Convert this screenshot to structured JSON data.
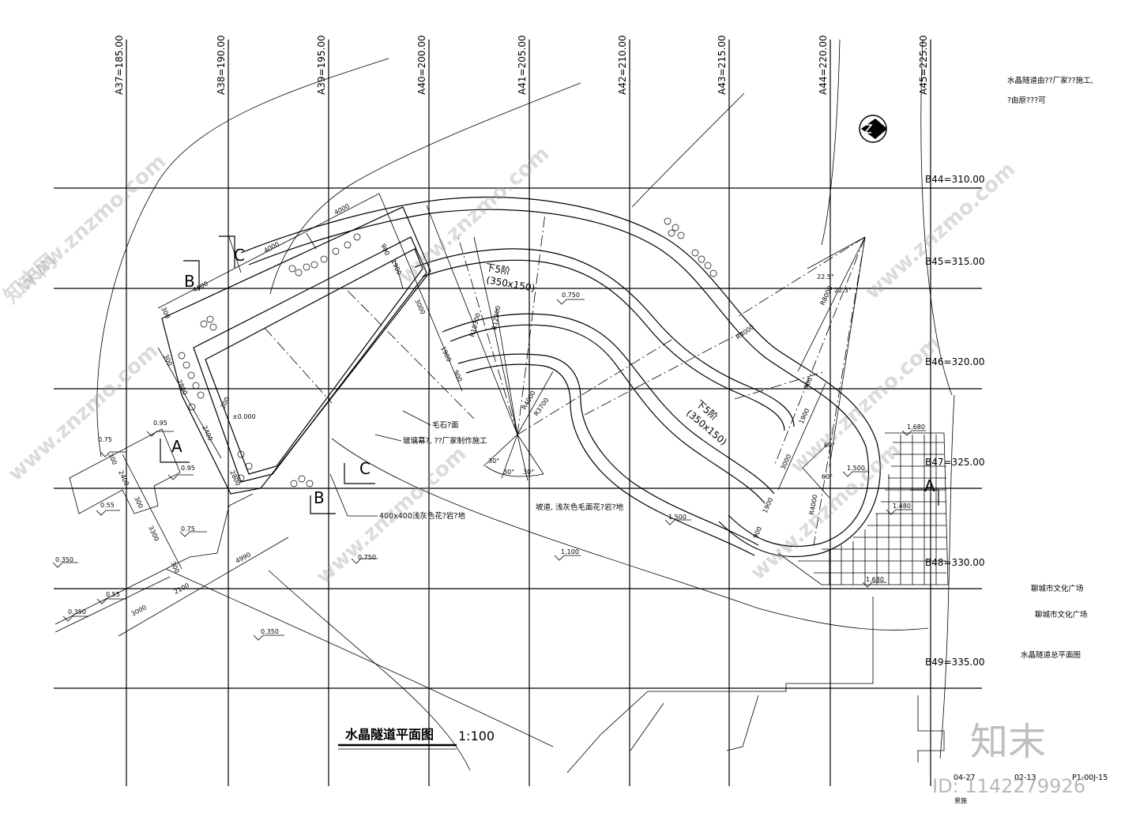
{
  "grid": {
    "vertical_labels": [
      "A37=185.00",
      "A38=190.00",
      "A39=195.00",
      "A40=200.00",
      "A41=205.00",
      "A42=210.00",
      "A43=215.00",
      "A44=220.00",
      "A45=225.00"
    ],
    "horizontal_labels": [
      "B44=310.00",
      "B45=315.00",
      "B46=320.00",
      "B47=325.00",
      "B48=330.00",
      "B49=335.00"
    ]
  },
  "notes": {
    "top_right_line1": "水晶隧道由??厂家??施工,",
    "top_right_line2": "?由原???可"
  },
  "callouts": {
    "stone": "毛石?面",
    "glass": "玻璃幕?, ??厂家制作施工",
    "paving": "400x400浅灰色花?岩?地",
    "ramp": "坡道, 浅灰色毛面花?岩?地",
    "stairs_top": "下5阶",
    "stairs_top_size": "(350x150)",
    "stairs_right": "下5阶",
    "stairs_right_size": "(350x150)"
  },
  "section_marks": [
    "A",
    "B",
    "C",
    "C",
    "B",
    "A"
  ],
  "elevations": [
    "0.750",
    "0.95",
    "0.75",
    "0.95",
    "0.55",
    "0.75",
    "0.350",
    "0.55",
    "0.350",
    "0.750",
    "0.350",
    "1.100",
    "1.500",
    "1.500",
    "1.480",
    "1.680",
    "1.680",
    "±0.000"
  ],
  "dimensions": [
    "4000",
    "4000",
    "4000",
    "900",
    "1900",
    "3000",
    "1900",
    "900",
    "300",
    "300",
    "2800",
    "2400",
    "2400",
    "300",
    "300",
    "2800",
    "3300",
    "300",
    "2100",
    "3000",
    "4990",
    "900",
    "1900",
    "3000",
    "1900",
    "900",
    "300"
  ],
  "radii": [
    "R12300",
    "R10300",
    "R4000",
    "R3700",
    "R4000",
    "R4000",
    "R8000"
  ],
  "angles": [
    "30°",
    "30°",
    "30°",
    "22.5°",
    "22.5°",
    "60°",
    "60°"
  ],
  "title": {
    "name": "水晶隧道平面图",
    "scale": "1:100"
  },
  "side_panel": {
    "project1": "聊城市文化广场",
    "project2": "聊城市文化广场",
    "drawing_name": "水晶隧道总平面图",
    "code_left": "04-27",
    "code_mid": "02-13",
    "code_right": "P1-00J-15",
    "discipline": "景施"
  },
  "watermarks": {
    "site": "www.znzmo.com",
    "brand": "知末",
    "brand_cn": "知末网",
    "id": "ID: 1142279926"
  }
}
